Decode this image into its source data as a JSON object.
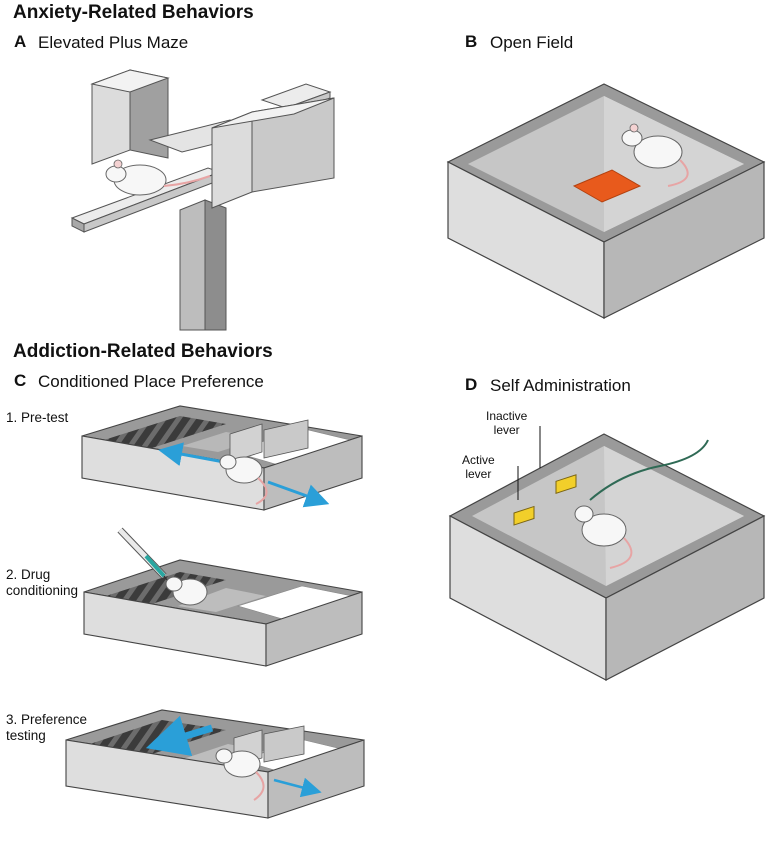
{
  "sections": {
    "anxiety": "Anxiety-Related Behaviors",
    "addiction": "Addiction-Related Behaviors"
  },
  "panels": {
    "a": {
      "letter": "A",
      "title": "Elevated Plus Maze"
    },
    "b": {
      "letter": "B",
      "title": "Open Field"
    },
    "c": {
      "letter": "C",
      "title": "Conditioned Place Preference"
    },
    "d": {
      "letter": "D",
      "title": "Self Administration"
    }
  },
  "cpp_steps": [
    "1. Pre-test",
    "2. Drug\nconditioning",
    "3. Preference\ntesting"
  ],
  "levers": {
    "inactive": "Inactive\nlever",
    "active": "Active\nlever"
  },
  "colors": {
    "box_wall": "#d6d6d6",
    "box_inner": "#9a9a9a",
    "floor": "#c4c4c4",
    "open_field_center": "#e85a1c",
    "arrow": "#2a9fd8",
    "lever": "#f2cf2a",
    "mouse": "#f7f7f7",
    "tail": "#e7a4a4"
  }
}
